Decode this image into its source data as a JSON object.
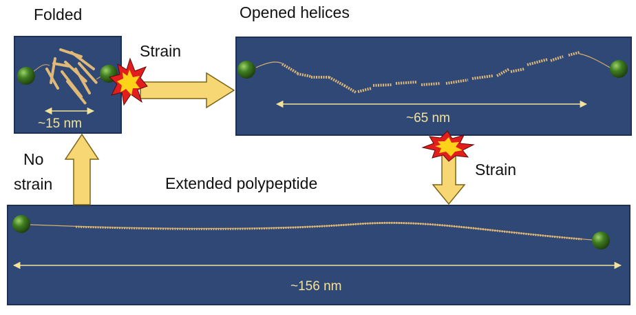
{
  "labels": {
    "folded": "Folded",
    "opened": "Opened helices",
    "extended": "Extended polypeptide",
    "strain_top": "Strain",
    "strain_right": "Strain",
    "no_strain_line1": "No",
    "no_strain_line2": "strain"
  },
  "dimensions": {
    "folded": "~15 nm",
    "opened": "~65 nm",
    "extended": "~156 nm"
  },
  "colors": {
    "panel": "#2f4875",
    "arrow_fill": "#f7d774",
    "dim_line": "#f3e39a",
    "bead": "#3c7a1e",
    "protein": "#e0b878"
  }
}
